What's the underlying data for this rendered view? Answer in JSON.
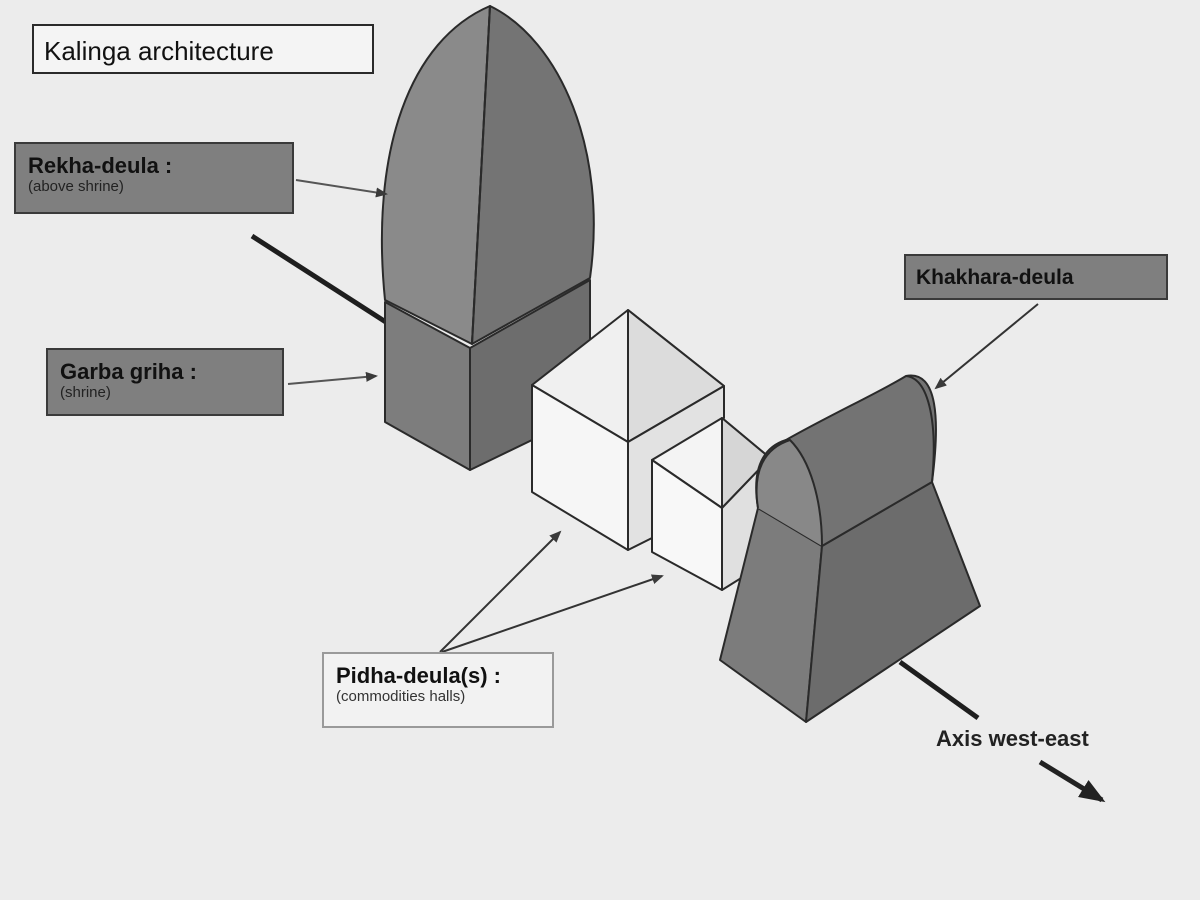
{
  "title": "Kalinga architecture",
  "labels": {
    "rekha": {
      "main": "Rekha-deula :",
      "sub": "(above shrine)"
    },
    "garba": {
      "main": "Garba griha :",
      "sub": "(shrine)"
    },
    "khakhara": {
      "main": "Khakhara-deula"
    },
    "pidha": {
      "main": "Pidha-deula(s) :",
      "sub": "(commodities halls)"
    },
    "axis": "Axis west-east"
  },
  "colors": {
    "background": "#ececec",
    "dark_solid": "#7f7f7f",
    "light_solid": "#f0f0f0",
    "outline": "#2a2a2a"
  }
}
